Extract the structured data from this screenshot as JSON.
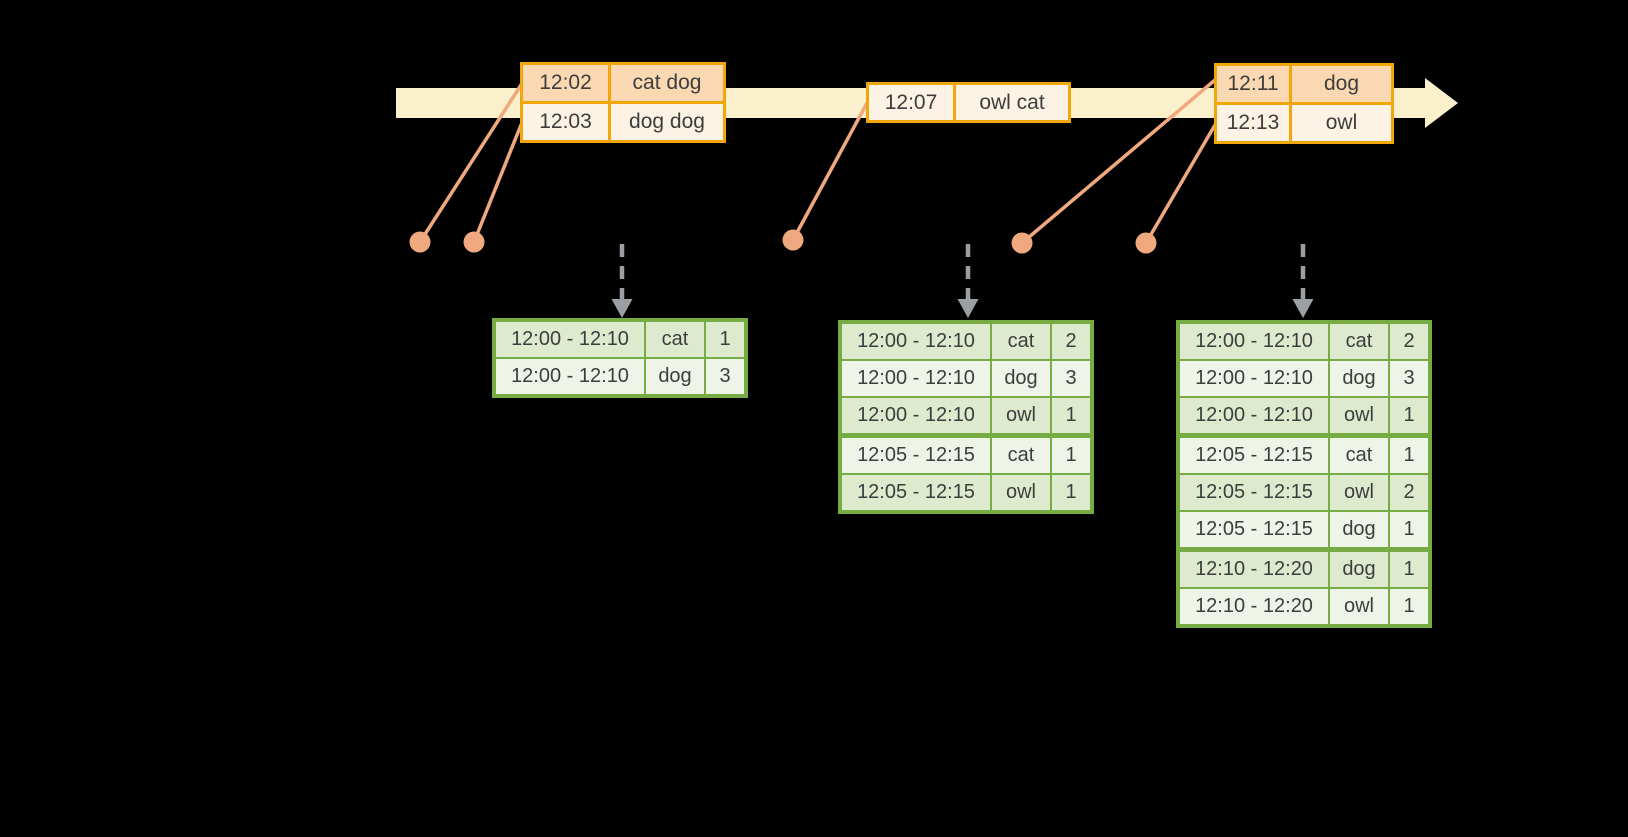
{
  "colors": {
    "background": "#000000",
    "timeline_fill": "#FBF0CC",
    "event_table_border": "#F1A70B",
    "event_row_peach": "#FAD9B2",
    "event_row_cream": "#FDF3E4",
    "connector": "#F0A97E",
    "result_table_border": "#77AC45",
    "result_row_dark": "#DDEACD",
    "result_row_light": "#EFF4E9",
    "trigger_arrow": "#9B9EA3",
    "text": "#3D3D3D"
  },
  "event_tables": [
    {
      "rows": [
        {
          "time": "12:02",
          "words": "cat dog",
          "tone": "peach"
        },
        {
          "time": "12:03",
          "words": "dog dog",
          "tone": "cream"
        }
      ]
    },
    {
      "rows": [
        {
          "time": "12:07",
          "words": "owl cat",
          "tone": "cream"
        }
      ]
    },
    {
      "rows": [
        {
          "time": "12:11",
          "words": "dog",
          "tone": "peach"
        },
        {
          "time": "12:13",
          "words": "owl",
          "tone": "cream"
        }
      ]
    }
  ],
  "result_tables": [
    {
      "rows": [
        {
          "window": "12:00 - 12:10",
          "word": "cat",
          "count": "1"
        },
        {
          "window": "12:00 - 12:10",
          "word": "dog",
          "count": "3"
        }
      ]
    },
    {
      "rows": [
        {
          "window": "12:00 - 12:10",
          "word": "cat",
          "count": "2"
        },
        {
          "window": "12:00 - 12:10",
          "word": "dog",
          "count": "3"
        },
        {
          "window": "12:00 - 12:10",
          "word": "owl",
          "count": "1"
        },
        {
          "window": "12:05 - 12:15",
          "word": "cat",
          "count": "1"
        },
        {
          "window": "12:05 - 12:15",
          "word": "owl",
          "count": "1"
        }
      ]
    },
    {
      "rows": [
        {
          "window": "12:00 - 12:10",
          "word": "cat",
          "count": "2"
        },
        {
          "window": "12:00 - 12:10",
          "word": "dog",
          "count": "3"
        },
        {
          "window": "12:00 - 12:10",
          "word": "owl",
          "count": "1"
        },
        {
          "window": "12:05 - 12:15",
          "word": "cat",
          "count": "1"
        },
        {
          "window": "12:05 - 12:15",
          "word": "owl",
          "count": "2"
        },
        {
          "window": "12:05 - 12:15",
          "word": "dog",
          "count": "1"
        },
        {
          "window": "12:10 - 12:20",
          "word": "dog",
          "count": "1"
        },
        {
          "window": "12:10 - 12:20",
          "word": "owl",
          "count": "1"
        }
      ]
    }
  ]
}
